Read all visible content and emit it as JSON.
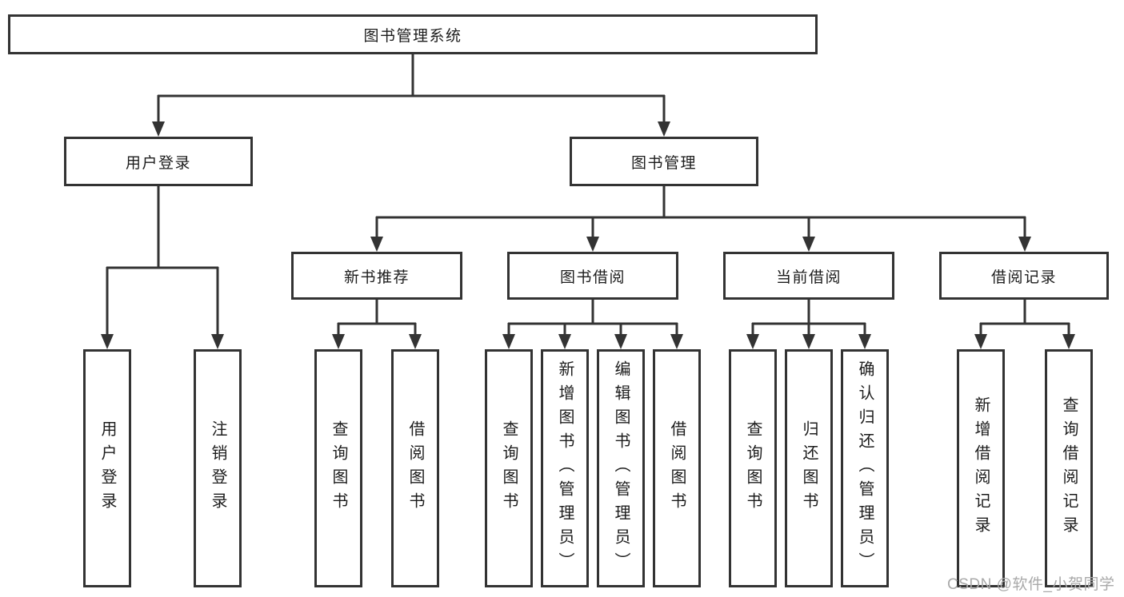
{
  "tree": {
    "label": "图书管理系统",
    "children": [
      {
        "label": "用户登录",
        "children": [
          {
            "label": "用户登录"
          },
          {
            "label": "注销登录"
          }
        ]
      },
      {
        "label": "图书管理",
        "children": [
          {
            "label": "新书推荐",
            "children": [
              {
                "label": "查询图书"
              },
              {
                "label": "借阅图书"
              }
            ]
          },
          {
            "label": "图书借阅",
            "children": [
              {
                "label": "查询图书"
              },
              {
                "label": "新增图书（管理员）"
              },
              {
                "label": "编辑图书（管理员）"
              },
              {
                "label": "借阅图书"
              }
            ]
          },
          {
            "label": "当前借阅",
            "children": [
              {
                "label": "查询图书"
              },
              {
                "label": "归还图书"
              },
              {
                "label": "确认归还（管理员）"
              }
            ]
          },
          {
            "label": "借阅记录",
            "children": [
              {
                "label": "新增借阅记录"
              },
              {
                "label": "查询借阅记录"
              }
            ]
          }
        ]
      }
    ]
  },
  "watermark": {
    "text": "CSDN @软件_小贺同学"
  },
  "colors": {
    "line": "#333333",
    "box_border": "#333333",
    "box_fill": "#ffffff",
    "text": "#1c1c1c",
    "watermark": "#a9a9a9",
    "background": "#ffffff"
  }
}
